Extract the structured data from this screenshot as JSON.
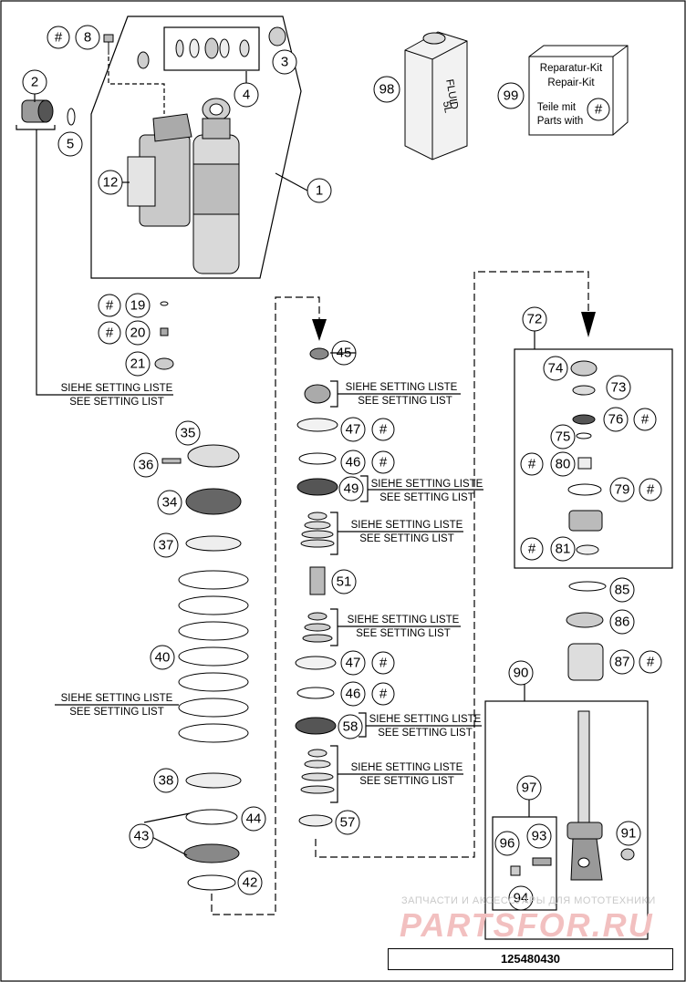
{
  "diagram": {
    "part_number": "125480430",
    "setting_note": {
      "de": "SIEHE SETTING LISTE",
      "en": "SEE SETTING LIST"
    },
    "kit_box": {
      "line1": "Reparatur-Kit",
      "line2": "Repair-Kit",
      "line3": "Teile mit",
      "line4": "Parts with",
      "symbol": "#"
    },
    "fluid_can": {
      "line1": "FLUID",
      "line2": "5L"
    },
    "hash_symbol": "#",
    "callouts": [
      "1",
      "2",
      "3",
      "4",
      "5",
      "8",
      "12",
      "19",
      "20",
      "21",
      "34",
      "35",
      "36",
      "37",
      "38",
      "40",
      "42",
      "43",
      "44",
      "45",
      "46",
      "47",
      "49",
      "51",
      "57",
      "58",
      "72",
      "73",
      "74",
      "75",
      "76",
      "79",
      "80",
      "81",
      "85",
      "86",
      "87",
      "90",
      "91",
      "93",
      "94",
      "96",
      "97",
      "98",
      "99"
    ],
    "hash_marked_parts": [
      "8",
      "19",
      "20",
      "46",
      "47",
      "76",
      "79",
      "80",
      "81",
      "87"
    ]
  },
  "watermark": {
    "text": "ЗАПЧАСТИ И АКСЕССУАРЫ ДЛЯ МОТОТЕХНИКИ",
    "logo": "PARTSFOR.RU"
  }
}
